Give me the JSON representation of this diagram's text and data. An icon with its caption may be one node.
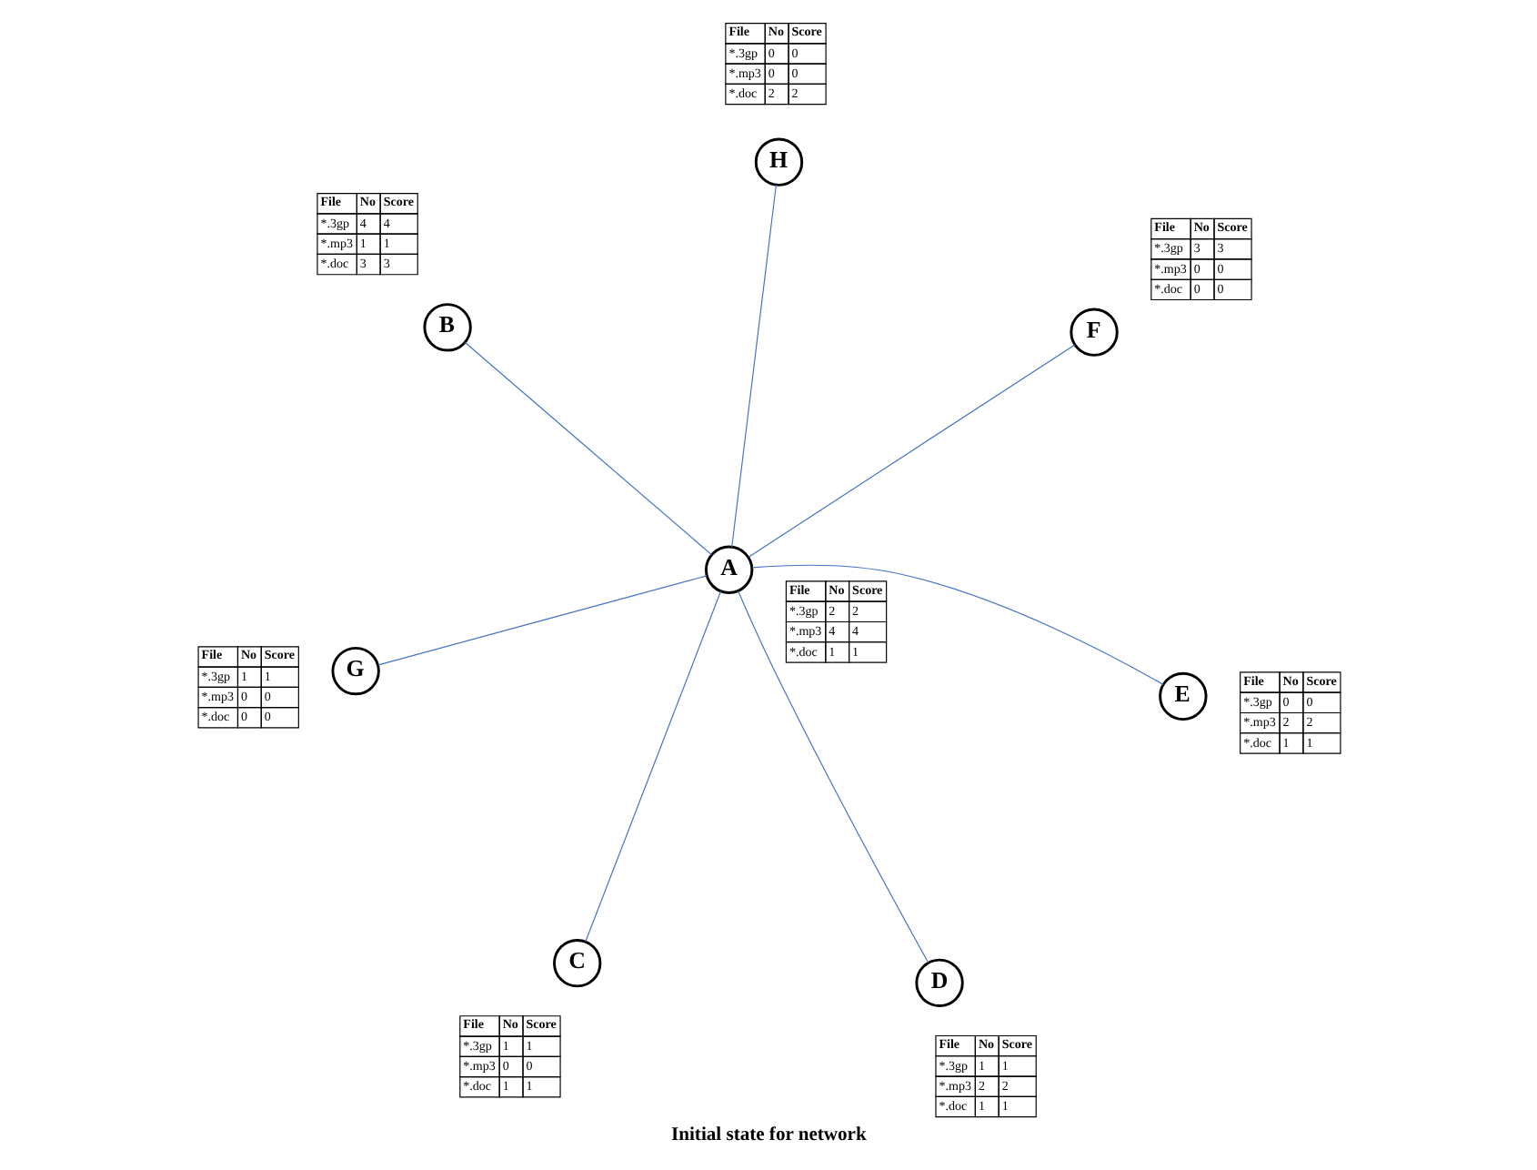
{
  "diagram": {
    "caption": "Initial state for network",
    "nodes": [
      {
        "text": [
          "B"
        ],
        "beside": [
          "File",
          "No",
          "Score",
          "*.3gp",
          "4",
          "4",
          "*.mp3",
          "1",
          "1",
          "*.doc",
          "3",
          "3"
        ]
      },
      {
        "text": [
          "C"
        ],
        "beside": [
          "File",
          "No",
          "Score",
          "*.3gp",
          "1",
          "1",
          "*.mp3",
          "0",
          "0",
          "*.doc",
          "1",
          "1"
        ]
      },
      {
        "text": [
          "H"
        ],
        "beside": [
          "File",
          "No",
          "Score",
          "*.3gp",
          "0",
          "0",
          "*.mp3",
          "0",
          "0",
          "*.doc",
          "2",
          "2"
        ]
      },
      {
        "text": [
          "A"
        ],
        "beside": [
          "File",
          "No",
          "Score",
          "*.3gp",
          "2",
          "2",
          "*.mp3",
          "4",
          "4",
          "*.doc",
          "1",
          "1"
        ]
      },
      {
        "text": [
          "D"
        ],
        "beside": [
          "File",
          "No",
          "Score",
          "*.3gp",
          "1",
          "1",
          "*.mp3",
          "2",
          "2",
          "*.doc",
          "1",
          "1"
        ]
      },
      {
        "text": [
          "G"
        ],
        "beside": [
          "File",
          "No",
          "Score",
          "*.3gp",
          "1",
          "1",
          "*.mp3",
          "0",
          "0",
          "*.doc",
          "0",
          "0"
        ]
      },
      {
        "text": [
          "E"
        ],
        "beside": [
          "File",
          "No",
          "Score",
          "*.3gp",
          "0",
          "0",
          "*.mp3",
          "2",
          "2",
          "*.doc",
          "1",
          "1"
        ]
      },
      {
        "text": [
          "F"
        ],
        "beside": [
          "File",
          "No",
          "Score",
          "*.3gp",
          "3",
          "3",
          "*.mp3",
          "0",
          "0",
          "*.doc",
          "0",
          "0"
        ]
      }
    ],
    "edges": [
      {
        "from": 3,
        "to": 0,
        "arrow": "none"
      },
      {
        "from": 3,
        "to": 1,
        "arrow": "none"
      },
      {
        "from": 3,
        "to": 4,
        "arrow": "none"
      },
      {
        "from": 3,
        "to": 6,
        "arrow": "none"
      },
      {
        "from": 3,
        "to": 7,
        "arrow": "none"
      },
      {
        "from": 3,
        "to": 5,
        "arrow": "none"
      },
      {
        "from": 3,
        "to": 2,
        "arrow": "none"
      }
    ]
  }
}
